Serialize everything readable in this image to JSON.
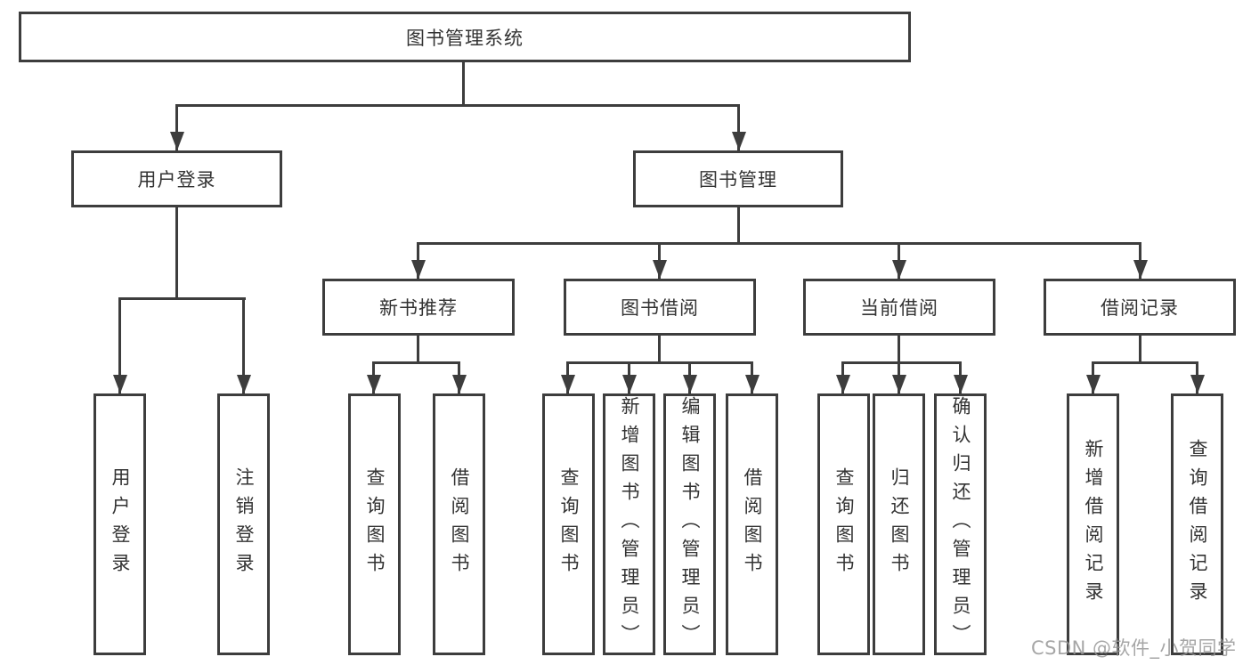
{
  "diagram": {
    "tree": {
      "label": "图书管理系统",
      "children": [
        {
          "label": "用户登录",
          "children": [
            {
              "label": "用户登录"
            },
            {
              "label": "注销登录"
            }
          ]
        },
        {
          "label": "图书管理",
          "children": [
            {
              "label": "新书推荐",
              "children": [
                {
                  "label": "查询图书"
                },
                {
                  "label": "借阅图书"
                }
              ]
            },
            {
              "label": "图书借阅",
              "children": [
                {
                  "label": "查询图书"
                },
                {
                  "label": "新增图书（管理员）"
                },
                {
                  "label": "编辑图书（管理员）"
                },
                {
                  "label": "借阅图书"
                }
              ]
            },
            {
              "label": "当前借阅",
              "children": [
                {
                  "label": "查询图书"
                },
                {
                  "label": "归还图书"
                },
                {
                  "label": "确认归还（管理员）"
                }
              ]
            },
            {
              "label": "借阅记录",
              "children": [
                {
                  "label": "新增借阅记录"
                },
                {
                  "label": "查询借阅记录"
                }
              ]
            }
          ]
        }
      ]
    },
    "colors": {
      "line": "#3d3d3d",
      "text": "#333333",
      "background": "#ffffff",
      "watermark": "#969696"
    }
  },
  "watermark": {
    "text": "CSDN @软件_小贺同学"
  }
}
